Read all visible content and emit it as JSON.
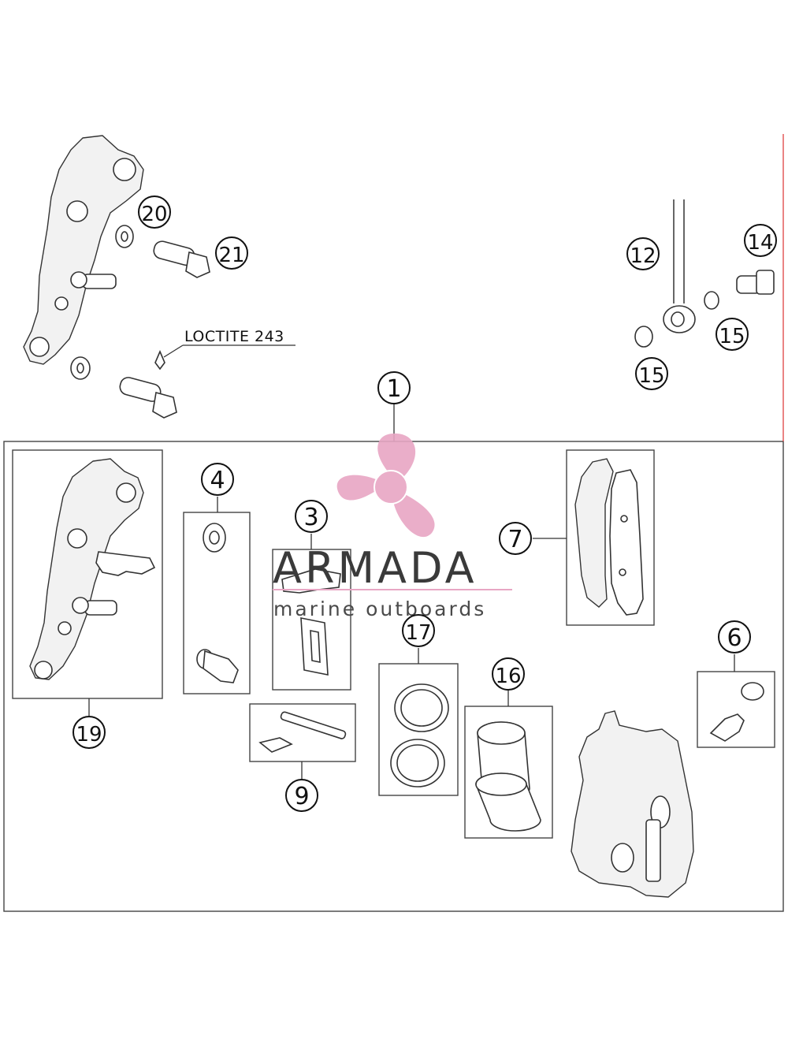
{
  "callout": {
    "text": "LOCTITE 243"
  },
  "watermark": {
    "title": "ARMADA",
    "subtitle": "marine outboards",
    "accent_color": "#e8a6c4",
    "text_color": "#3a3a3a"
  },
  "labels": {
    "p1": "1",
    "p3": "3",
    "p4": "4",
    "p6": "6",
    "p7": "7",
    "p9": "9",
    "p12": "12",
    "p14": "14",
    "p15a": "15",
    "p15b": "15",
    "p16": "16",
    "p17": "17",
    "p19": "19",
    "p20": "20",
    "p21": "21"
  }
}
